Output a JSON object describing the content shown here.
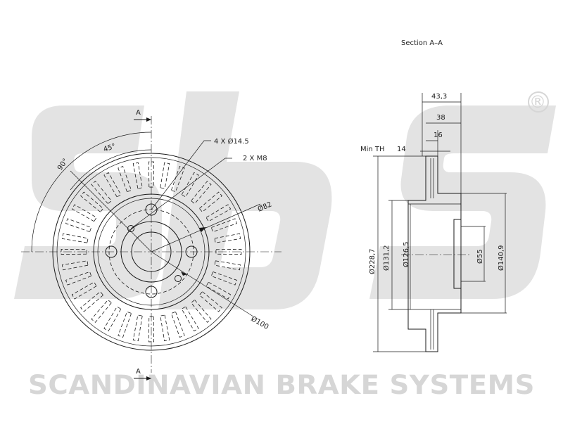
{
  "watermark": {
    "logo": "sbs",
    "brand_text": "SCANDINAVIAN BRAKE SYSTEMS",
    "registered_mark": "®"
  },
  "section_title": "Section A–A",
  "front_view": {
    "section_marker_top": "A",
    "section_marker_bottom": "A",
    "angle_90": "90°",
    "angle_45": "45°",
    "bolt_holes": "4 X Ø14.5",
    "thread_holes": "2 X M8",
    "diameter_82": "Ø82",
    "diameter_100": "Ø100"
  },
  "section_view": {
    "overall_width": "43,3",
    "width_38": "38",
    "width_16": "16",
    "min_thickness_label": "Min TH",
    "min_thickness_value": "14",
    "d_outer": "Ø228,7",
    "d_131": "Ø131,2",
    "d_126": "Ø126,5",
    "d_55": "Ø55",
    "d_140": "Ø140,9"
  },
  "colors": {
    "line": "#1a1a1a",
    "watermark": "#d6d6d6"
  }
}
